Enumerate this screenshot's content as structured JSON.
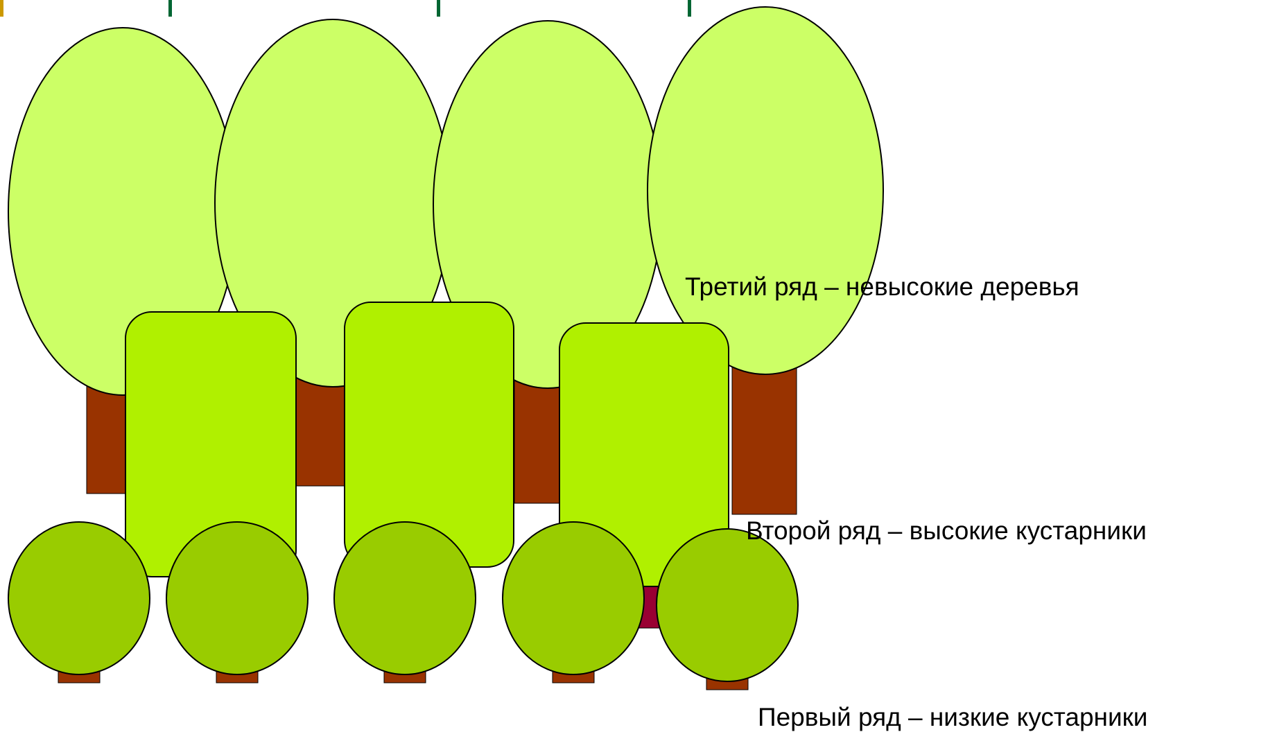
{
  "labels": {
    "row3": "Третий ряд – невысокие деревья",
    "row2": "Второй ряд – высокие кустарники",
    "row1": "Первый ряд – низкие кустарники"
  },
  "colors": {
    "tree_crown": "#ccff66",
    "tree_trunk": "#993300",
    "tall_shrub": "#b0f000",
    "low_shrub": "#99cc00",
    "low_shrub_stem": "#993300",
    "hidden_stem": "#990033",
    "title_fragment": "#006633",
    "corner_mark": "#cc9900",
    "outline": "#000000"
  }
}
